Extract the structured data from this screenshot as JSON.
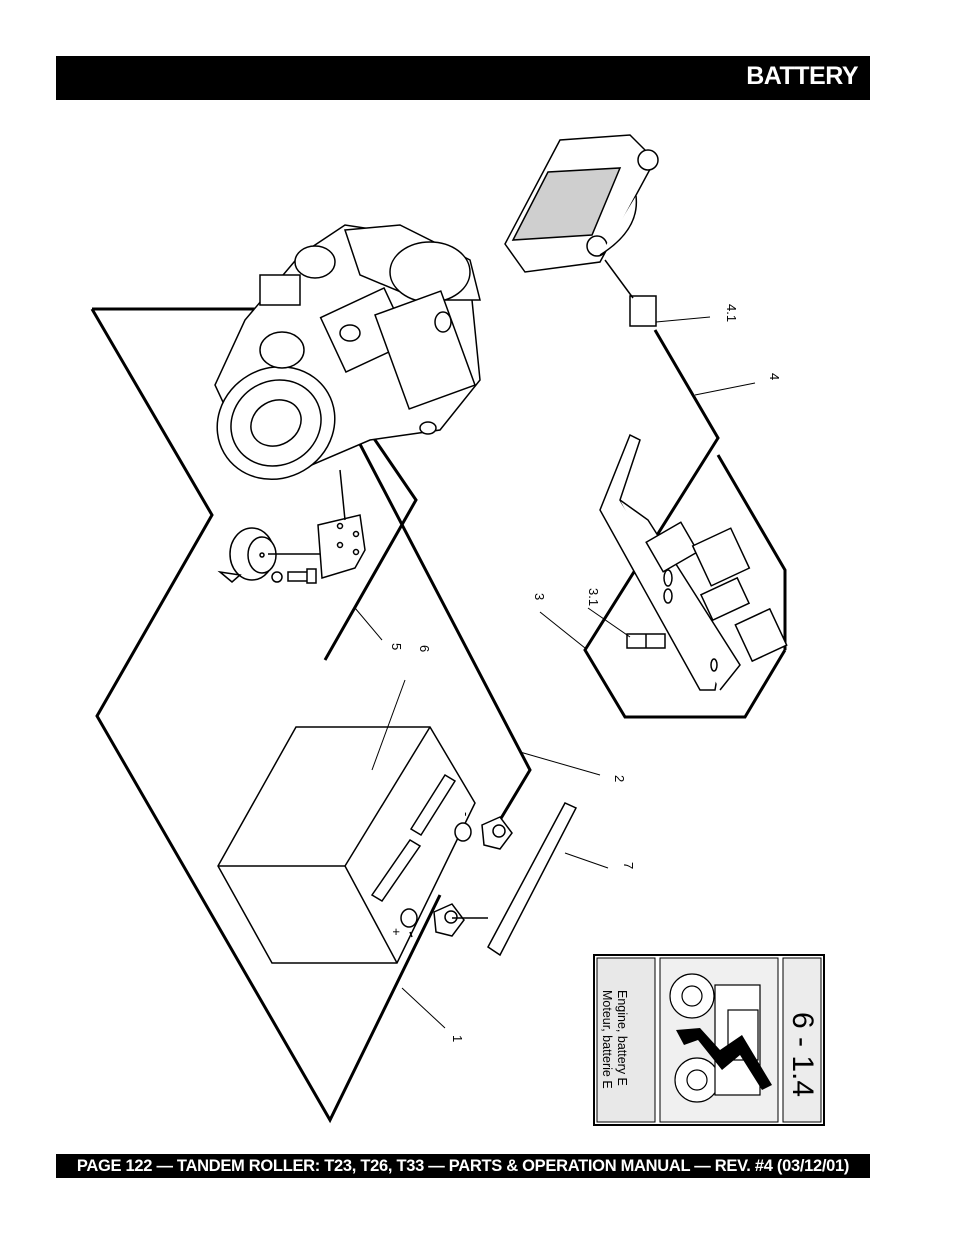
{
  "header": {
    "title": "BATTERY"
  },
  "footer": {
    "text": "PAGE 122 — TANDEM ROLLER: T23, T26, T33 — PARTS & OPERATION MANUAL — REV. #4 (03/12/01)"
  },
  "callouts": {
    "c1": "1",
    "c2": "2",
    "c3": "3",
    "c3_1": "3.1",
    "c4": "4",
    "c4_1": "4.1",
    "c5": "5",
    "c6": "6",
    "c7": "7"
  },
  "terminals": {
    "negative": "-",
    "positive": "+"
  },
  "legend_box": {
    "figure_number": "6 - 1.4",
    "caption_line1": "Engine, battery E",
    "caption_line2": "Moteur, batterie E"
  }
}
